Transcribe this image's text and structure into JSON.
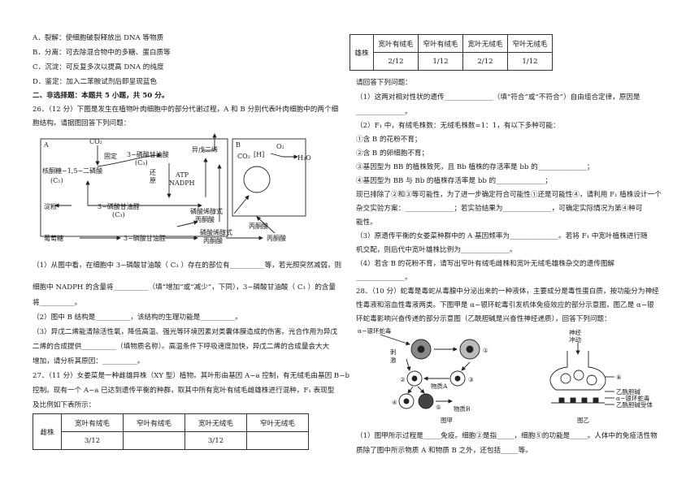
{
  "left": {
    "options": [
      "A．裂解：使细胞破裂释放出 DNA 等物质",
      "B．分离：可去除混合物中的多糖、蛋白质等",
      "C．沉淀：可反复多次以提高 DNA 的纯度",
      "D．鉴定：加入二苯胺试剂后即呈现蓝色"
    ],
    "section_title": "二、非选择题：本题共 5 小题，共 50 分。",
    "q26_intro": [
      "26．（12 分）下图是发生在植物叶肉细胞中的部分代谢过程，A 和 B 分别代表叶肉细胞中的两个细",
      "胞结构。请据图回答下列问题："
    ],
    "diagram26": {
      "box_a": "A",
      "box_b": "B",
      "co2": "CO₂",
      "fix": "固定",
      "pga": "3−磷酸甘油酸",
      "c3": "(C₃)",
      "reduce1": "还",
      "reduce2": "原",
      "atp": "ATP",
      "nadph": "NADPH",
      "rubp": "核酮糖−1,5−二磷酸",
      "c5": "(C₅)",
      "starch": "淀粉",
      "g3p": "3−磷酸甘油醛",
      "c3b": "(C₃)",
      "isoprene": "异戊二烯",
      "pep": "磷酸烯醇式",
      "pyruvate": "丙酮酸",
      "co2b": "CO₂",
      "h": "[H]",
      "o2": "O₂",
      "h2o": "H₂O",
      "pyruvate_b": "丙酮酸",
      "glucose": "葡萄糖",
      "g3p2": "3−磷酸甘油醛",
      "pep2": "磷酸烯醇式",
      "pyruvate2": "丙酮酸",
      "pyruvate3": "丙酮酸"
    },
    "q26_body": [
      "（1）从图中看，在细胞中 3−磷酸甘油酸（ C₃ ）存在的部位有__________等，若光照突然减弱，则",
      "细胞中 NADPH 的含量将__________（填“增加”或“减少”，下同），3−磷酸甘油酸（ C₃ ）的含量",
      "将__________。",
      "（2）图中 B 结构是__________，该结构的生理功能是__________。",
      "（3）异戊二烯能清除活性氧，降低高温、强光等环境因素对类囊体膜造成的伤害。光合作用为异戊",
      "二烯的合成提供__________（填物质名称）。高温条件下呼吸速度加快，异戊二烯的合成量会大大",
      "增加，请分析其原因：__________。",
      "27．（11 分）女娄菜是一种雌雄异株（XY 型）植物。其叶形由基因 A−a 控制，有无绒毛由基因 B−b",
      "控制。现有一个 A−a 已达到遗传平衡的种群，取其中所有宽叶有绒毛雌雄株进行混种，F₁ 表现型",
      "及比例如下表所示："
    ],
    "table_left": {
      "row_label": "雌株",
      "headers": [
        "宽叶有绒毛",
        "窄叶有绒毛",
        "宽叶无绒毛",
        "窄叶无绒毛"
      ],
      "values": [
        "3/12",
        "",
        "3/12",
        ""
      ]
    }
  },
  "right": {
    "table_right": {
      "row_label": "雄株",
      "headers": [
        "宽叶有绒毛",
        "窄叶有绒毛",
        "宽叶无绒毛",
        "窄叶无绒毛"
      ],
      "values": [
        "2/12",
        "1/12",
        "2/12",
        "1/12"
      ]
    },
    "lines": [
      "请回答下列问题：",
      "（1）这两对相对性状的遗传______________（填“符合”或“不符合”）自由组合定律，原因是",
      "______________。",
      "（2）F₁ 中，有绒毛株数：无绒毛株数=1：1，有以下多种可能：",
      "①含 B 的花粉不育；",
      "②含 B 的卵细胞不育；",
      "③基因型为 BB 的植株致死，且 Bb 植株的存活率是 bb 的______________；",
      "④基因型为 BB 与 Bb 的植株存活率是 bb 的______________；",
      "现已排除了②和③等可能性，为了进一步确定符合可能性①还是可能性④，请利用 F₁ 植株设计一个",
      "杂交实验方案：______________；若实验结果为______________，可确定实际情况为第④种可",
      "能性。",
      "（3）原遗传平衡的女娄菜种群中的 A 基因频率为______________。若将 F₁ 中宽叶植株进行随",
      "机交配，则后代中宽叶雄株比例为______________。",
      "（4）若含 B 的花粉不育，请写出窄叶有绒毛雌株和宽叶无绒毛雄株杂交的遗传图解",
      "______________。",
      "28．（10 分）蛇毒是毒蛇从毒腺中分泌出来的一种液体，主要成分是毒性蛋白质，按功能分为神经",
      "性毒液和溶血性毒液两类。下图甲是 α−银环蛇毒引发机体免疫效应的部分示意图，图乙是 α−银",
      "环蛇毒影响兴奋传递的部分示意图（乙酰胆碱是兴奋性神经递质），回答下列问题："
    ],
    "diagram28": {
      "toxin": "α−银环蛇毒",
      "stim1": "刺",
      "stim2": "激",
      "n1": "①",
      "n2": "②",
      "n3": "③",
      "n4": "④",
      "n5": "⑤",
      "substance_a": "物质A",
      "substance_b": "物质B",
      "fig_a": "图甲",
      "nerve1": "神经",
      "nerve2": "冲动",
      "n6": "⑥",
      "ach": "乙酰胆碱",
      "toxin2": "α−银环蛇毒",
      "receptor": "乙酰胆碱受体",
      "fig_b": "图乙"
    },
    "q28_body": [
      "（1）图甲所示过程是_____免疫。细胞②是指_____，细胞⑤的功能是_____。人体中的免疫活性物",
      "质除了图中所示物质 A 和物质 B 之外，还包括_____等。"
    ]
  }
}
